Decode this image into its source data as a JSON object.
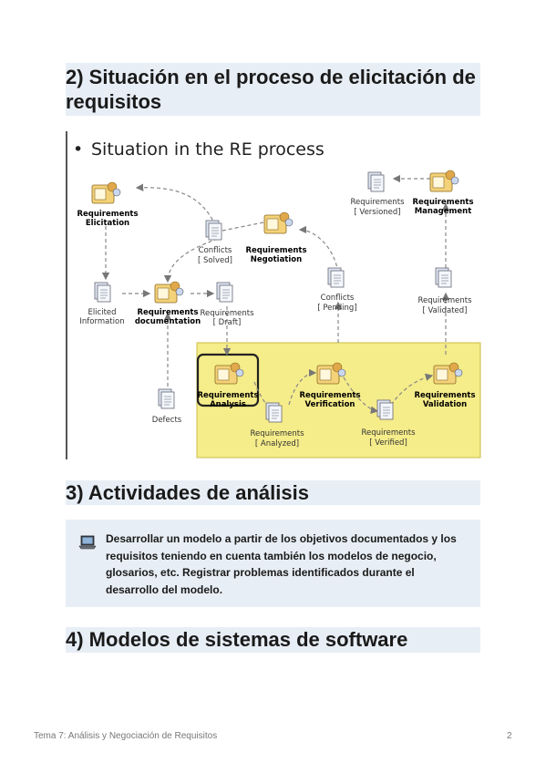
{
  "sections": {
    "s2": "2) Situación en el proceso de elicitación de requisitos",
    "s3": "3) Actividades de análisis",
    "s4": "4) Modelos de sistemas de software"
  },
  "figure": {
    "bullet": "•",
    "title": "Situation in the RE process",
    "nodes": {
      "elicitation": [
        "Requirements",
        "Elicitation"
      ],
      "negotiation": [
        "Requirements",
        "Negotiation"
      ],
      "management": [
        "Requirements",
        "Management"
      ],
      "documentation": [
        "Requirements",
        "documentation"
      ],
      "analysis": [
        "Requirements",
        "Analysis"
      ],
      "verification": [
        "Requirements",
        "Verification"
      ],
      "validation": [
        "Requirements",
        "Validation"
      ]
    },
    "artifacts": {
      "versioned": [
        "Requirements",
        "[ Versioned]"
      ],
      "solved": [
        "Conflicts",
        "[ Solved]"
      ],
      "pending": [
        "Conflicts",
        "[ Pending]"
      ],
      "validated": [
        "Requirements",
        "[ Validated]"
      ],
      "elicited": [
        "Elicited",
        "Information"
      ],
      "draft": [
        "Requirements",
        "[ Draft]"
      ],
      "defects": [
        "Defects"
      ],
      "analyzed": [
        "Requirements",
        "[ Analyzed]"
      ],
      "verified": [
        "Requirements",
        "[ Verified]"
      ]
    },
    "colors": {
      "highlight": "#f5ec8a",
      "node": "#f3d27a",
      "doc": "#dde6f0"
    }
  },
  "note": {
    "icon": "laptop-icon",
    "text": "Desarrollar un modelo a partir de los objetivos documentados y los requisitos teniendo en cuenta también los modelos de negocio, glosarios, etc. Registrar problemas identificados durante el desarrollo del modelo."
  },
  "footer": {
    "left": "Tema 7: Análisis y Negociación de Requisitos",
    "page": "2"
  }
}
